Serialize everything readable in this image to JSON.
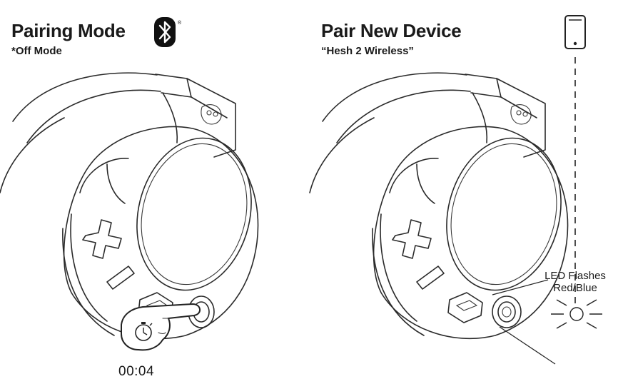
{
  "left_panel": {
    "title": "Pairing Mode",
    "subtitle": "*Off Mode",
    "timer": "00:04",
    "registered_mark": "®"
  },
  "right_panel": {
    "title": "Pair New Device",
    "subtitle": "“Hesh 2 Wireless”",
    "led_label_line1": "LED Flashes",
    "led_label_line2": "Red/Blue"
  },
  "icons": {
    "bluetooth": "bluetooth-icon",
    "phone": "phone-icon",
    "stopwatch": "stopwatch-icon",
    "pointing_hand": "pointing-hand-icon",
    "led_light": "led-flash-icon"
  }
}
